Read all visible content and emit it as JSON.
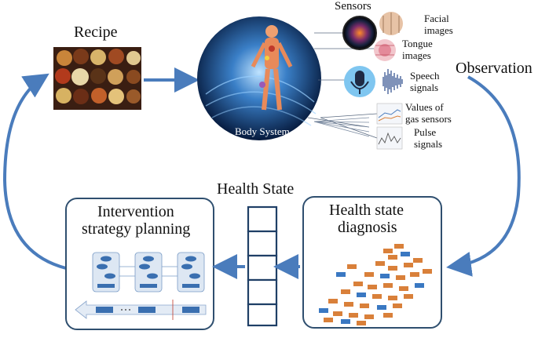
{
  "labels": {
    "recipe": "Recipe",
    "sensors": "Sensors",
    "observation": "Observation",
    "health_state": "Health State",
    "body_system": "Body System",
    "intervention_line1": "Intervention",
    "intervention_line2": "strategy planning",
    "diagnosis_line1": "Health state",
    "diagnosis_line2": "diagnosis"
  },
  "sensors": [
    {
      "line1": "Facial",
      "line2": "images",
      "icon": "face-image-icon"
    },
    {
      "line1": "Tongue",
      "line2": "images",
      "icon": "tongue-image-icon"
    },
    {
      "line1": "Speech",
      "line2": "signals",
      "icon": "microphone-icon"
    },
    {
      "line1": "Values of",
      "line2": "gas sensors",
      "icon": "gas-plot-icon"
    },
    {
      "line1": "Pulse",
      "line2": "signals",
      "icon": "pulse-plot-icon"
    }
  ],
  "colors": {
    "arrow_blue": "#4a7cbc",
    "box_border": "#2f4f6f",
    "state_border": "#1f3f66",
    "tree_orange": "#d9803a",
    "tree_blue": "#3a78c2"
  }
}
